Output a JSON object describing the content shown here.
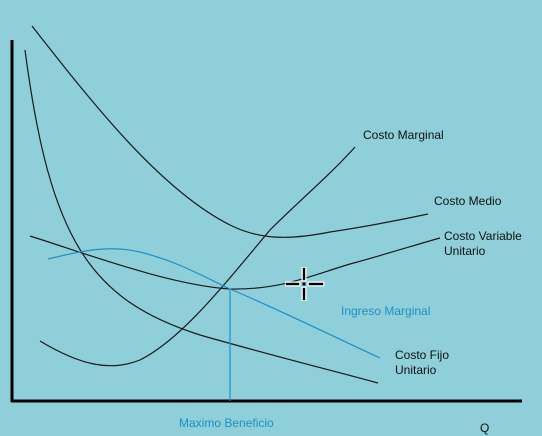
{
  "labels": {
    "marginal_cost": "Costo Marginal",
    "average_cost": "Costo Medio",
    "average_variable_cost": "Costo Variable Unitario",
    "marginal_revenue": "Ingreso Marginal",
    "average_fixed_cost": "Costo Fijo Unitario",
    "max_profit": "Maximo Beneficio",
    "quantity_axis": "Q"
  },
  "colors": {
    "background": "#8ecfd9",
    "curve": "#1a1a1a",
    "marginal_revenue": "#1f8fc9",
    "axis": "#000000"
  },
  "cursor_icon": "move-crosshair-icon"
}
